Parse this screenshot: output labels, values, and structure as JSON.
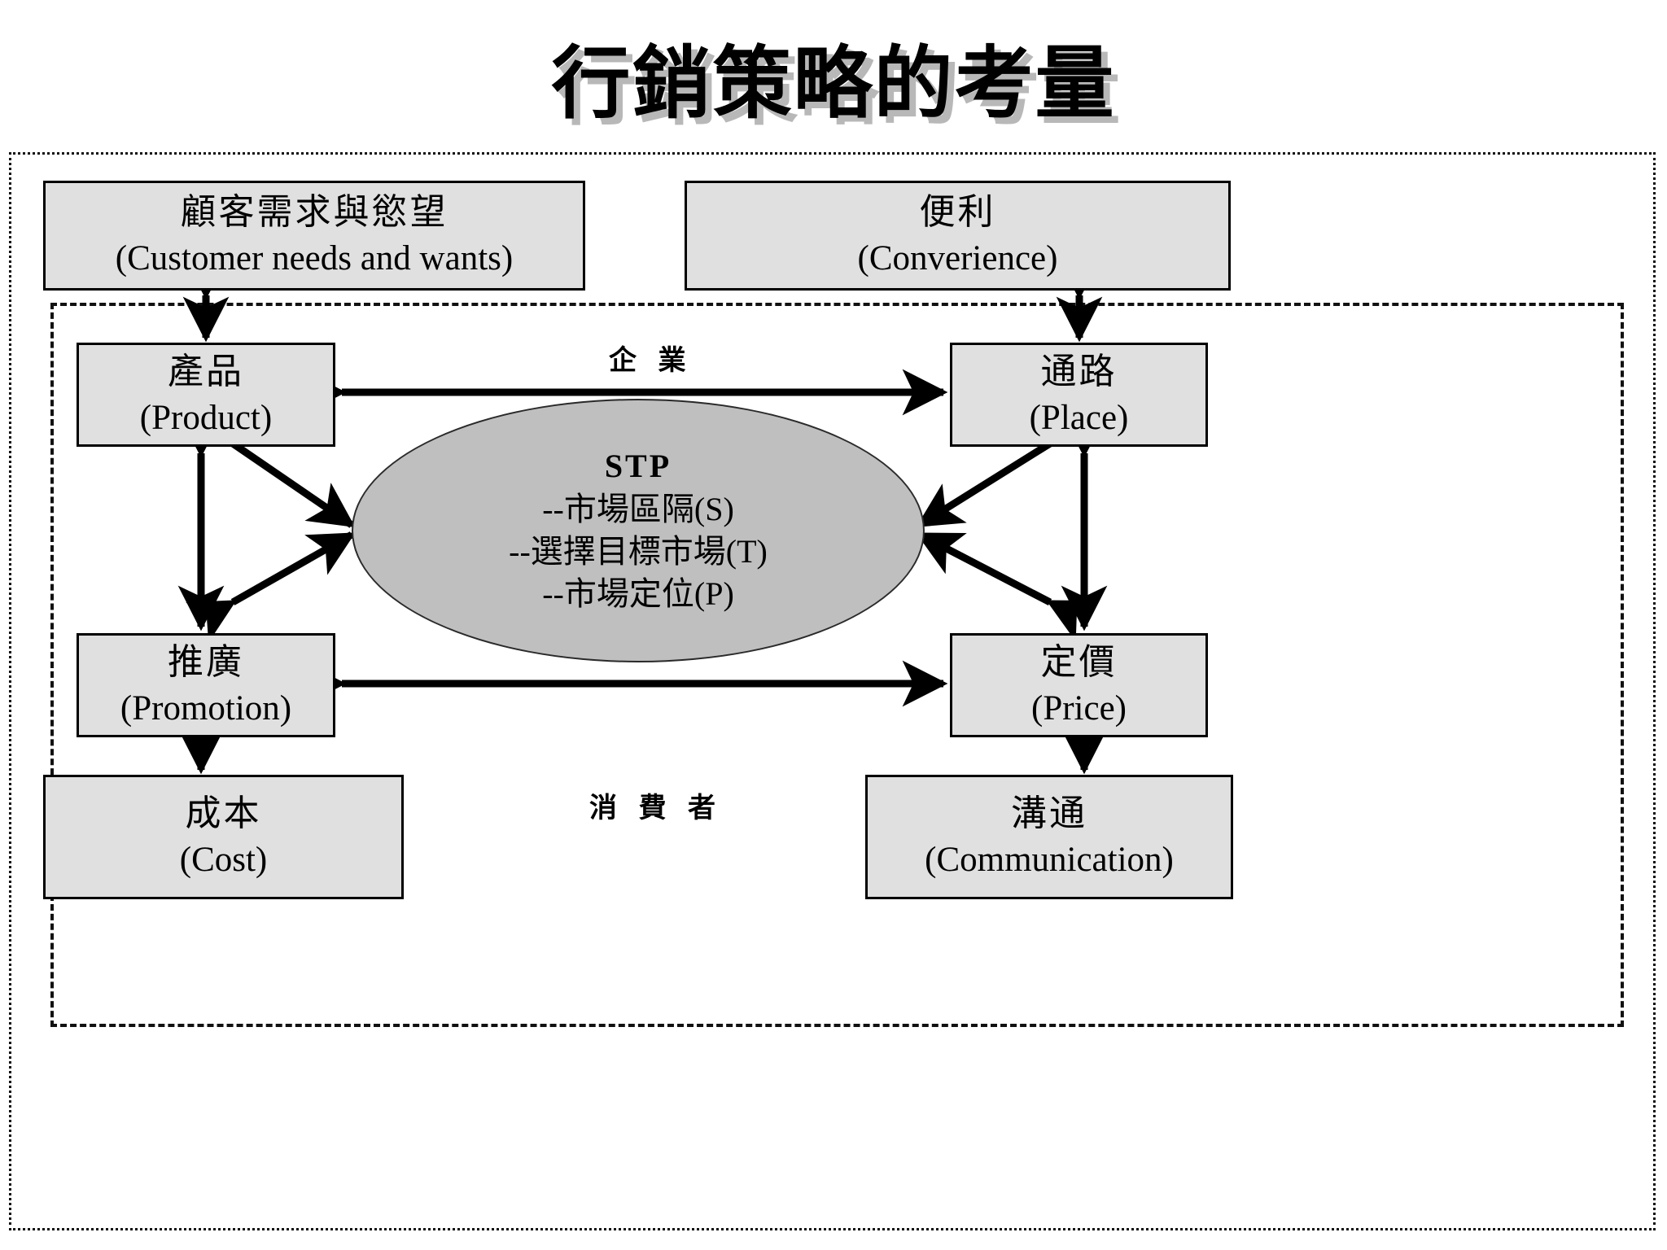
{
  "title": "行銷策略的考量",
  "diagram": {
    "outer_frame_style": "dotted",
    "inner_frame_style": "dashed",
    "labels": {
      "enterprise": "企 業",
      "consumer": "消 費 者"
    },
    "center": {
      "shape": "ellipse",
      "fill": "#bfbfbf",
      "heading": "STP",
      "lines": [
        "--市場區隔(S)",
        "--選擇目標市場(T)",
        "--市場定位(P)"
      ]
    },
    "boxes": [
      {
        "id": "customer",
        "cn": "顧客需求與慾望",
        "en": "(Customer needs and wants)"
      },
      {
        "id": "convenience",
        "cn": "便利",
        "en": "(Converience)"
      },
      {
        "id": "product",
        "cn": "產品",
        "en": "(Product)"
      },
      {
        "id": "place",
        "cn": "通路",
        "en": "(Place)"
      },
      {
        "id": "promotion",
        "cn": "推廣",
        "en": "(Promotion)"
      },
      {
        "id": "price",
        "cn": "定價",
        "en": "(Price)"
      },
      {
        "id": "cost",
        "cn": "成本",
        "en": "(Cost)"
      },
      {
        "id": "communication",
        "cn": "溝通",
        "en": "(Communication)"
      }
    ],
    "connections": [
      {
        "from": "customer",
        "to": "product",
        "type": "double-vertical"
      },
      {
        "from": "convenience",
        "to": "place",
        "type": "double-vertical"
      },
      {
        "from": "product",
        "to": "place",
        "type": "double-horizontal"
      },
      {
        "from": "promotion",
        "to": "price",
        "type": "double-horizontal"
      },
      {
        "from": "product",
        "to": "promotion",
        "type": "double-vertical"
      },
      {
        "from": "place",
        "to": "price",
        "type": "double-vertical"
      },
      {
        "from": "product",
        "to": "stp",
        "type": "double-diagonal"
      },
      {
        "from": "promotion",
        "to": "stp",
        "type": "double-diagonal"
      },
      {
        "from": "place",
        "to": "stp",
        "type": "double-diagonal"
      },
      {
        "from": "price",
        "to": "stp",
        "type": "double-diagonal"
      },
      {
        "from": "promotion",
        "to": "cost",
        "type": "double-vertical"
      },
      {
        "from": "price",
        "to": "communication",
        "type": "double-vertical"
      }
    ],
    "colors": {
      "box_fill": "#e0e0e0",
      "ellipse_fill": "#bfbfbf",
      "stroke": "#000000",
      "title_shadow": "#b8b8b8"
    }
  }
}
